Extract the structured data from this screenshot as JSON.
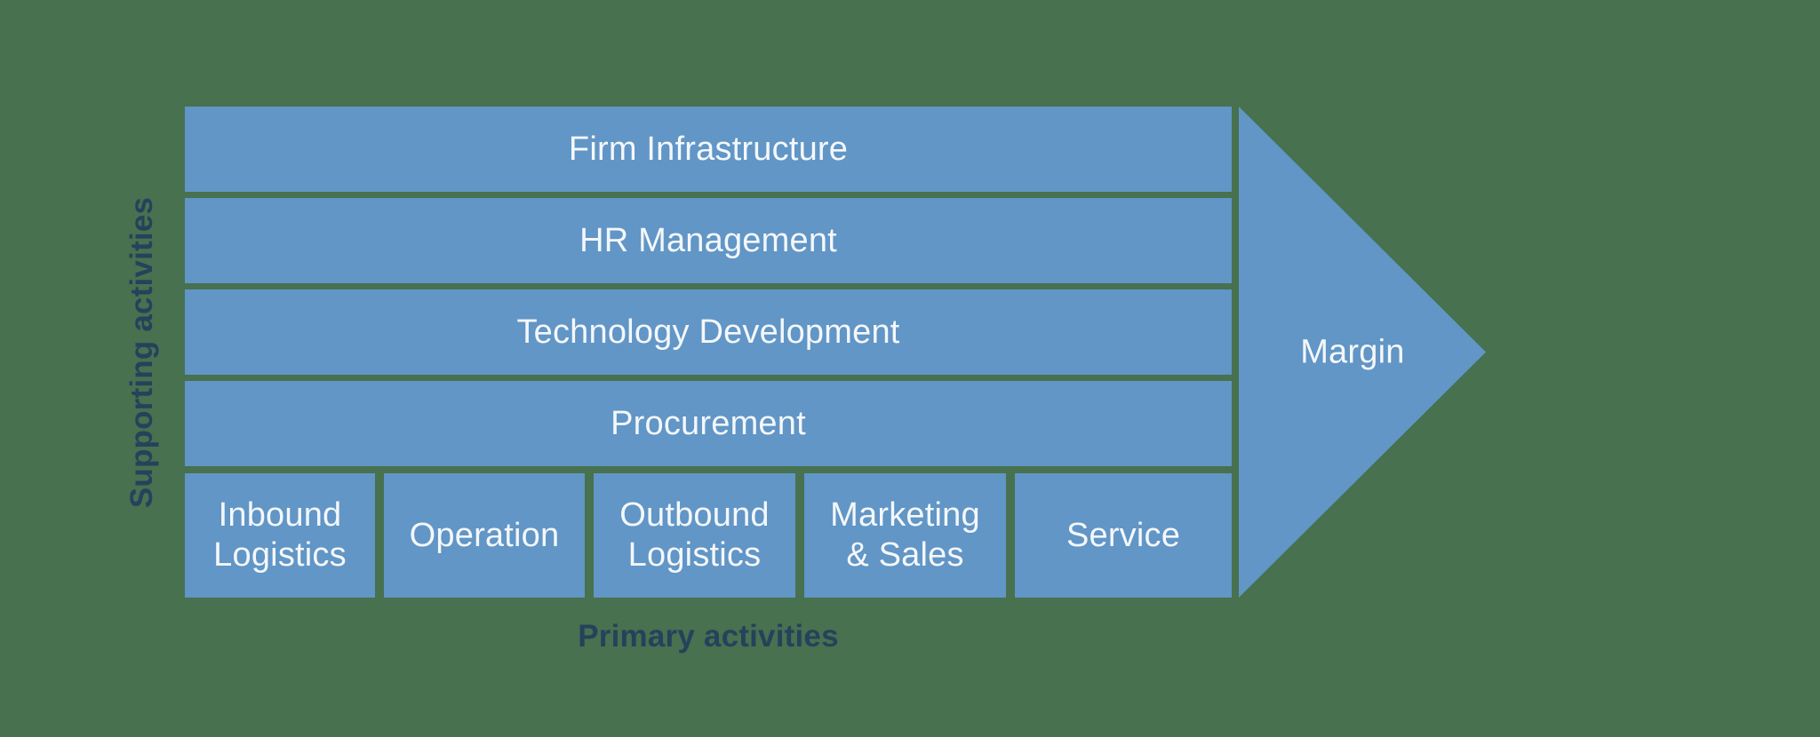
{
  "diagram": {
    "type": "value-chain",
    "axis_labels": {
      "supporting": "Supporting activities",
      "primary": "Primary activities"
    },
    "supporting_rows": [
      {
        "label": "Firm Infrastructure"
      },
      {
        "label": "HR Management"
      },
      {
        "label": "Technology Development"
      },
      {
        "label": "Procurement"
      }
    ],
    "primary_boxes": [
      {
        "label": "Inbound Logistics"
      },
      {
        "label": "Operation"
      },
      {
        "label": "Outbound Logistics"
      },
      {
        "label": "Marketing & Sales"
      },
      {
        "label": "Service"
      }
    ],
    "arrow": {
      "label": "Margin"
    },
    "colors": {
      "background": "#47714F",
      "box_fill": "#6196C6",
      "box_text": "#F4F7FA",
      "outside_text": "#25425C"
    }
  }
}
